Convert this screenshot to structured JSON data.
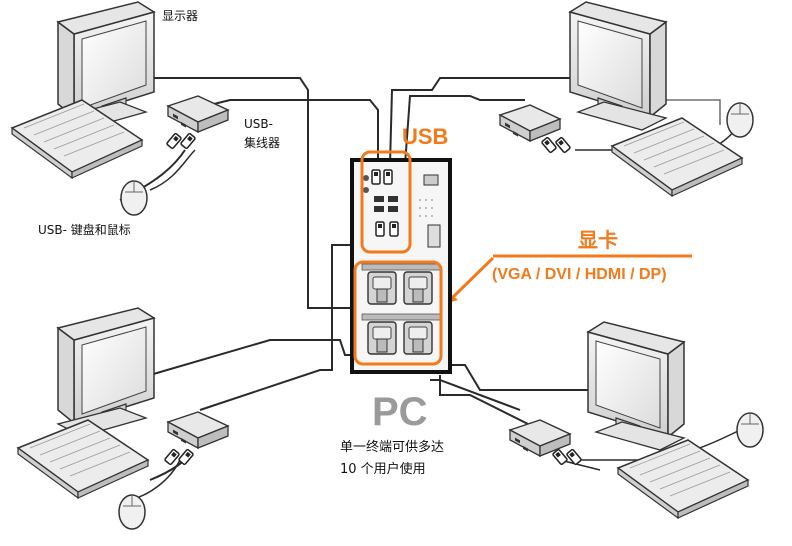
{
  "labels": {
    "monitor": "显示器",
    "usb_hub_line1": "USB-",
    "usb_hub_line2": "集线器",
    "usb_keyboard_mouse": "USB- 键盘和鼠标",
    "usb_port_label": "USB",
    "graphics_card": "显卡",
    "video_interfaces": "(VGA / DVI / HDMI / DP)",
    "pc": "PC",
    "caption_line1": "单一终端可供多达",
    "caption_line2": "10 个用户使用"
  },
  "colors": {
    "accent": "#f07a1c",
    "cable": "#2a2a2a",
    "device_fill": "#eeeeee",
    "device_stroke": "#333333",
    "pc_label": "#9a9a9a"
  },
  "icons": [
    "monitor-icon",
    "keyboard-icon",
    "mouse-icon",
    "usb-hub-icon",
    "pc-tower-icon",
    "vga-port-icon",
    "usb-port-icon"
  ]
}
